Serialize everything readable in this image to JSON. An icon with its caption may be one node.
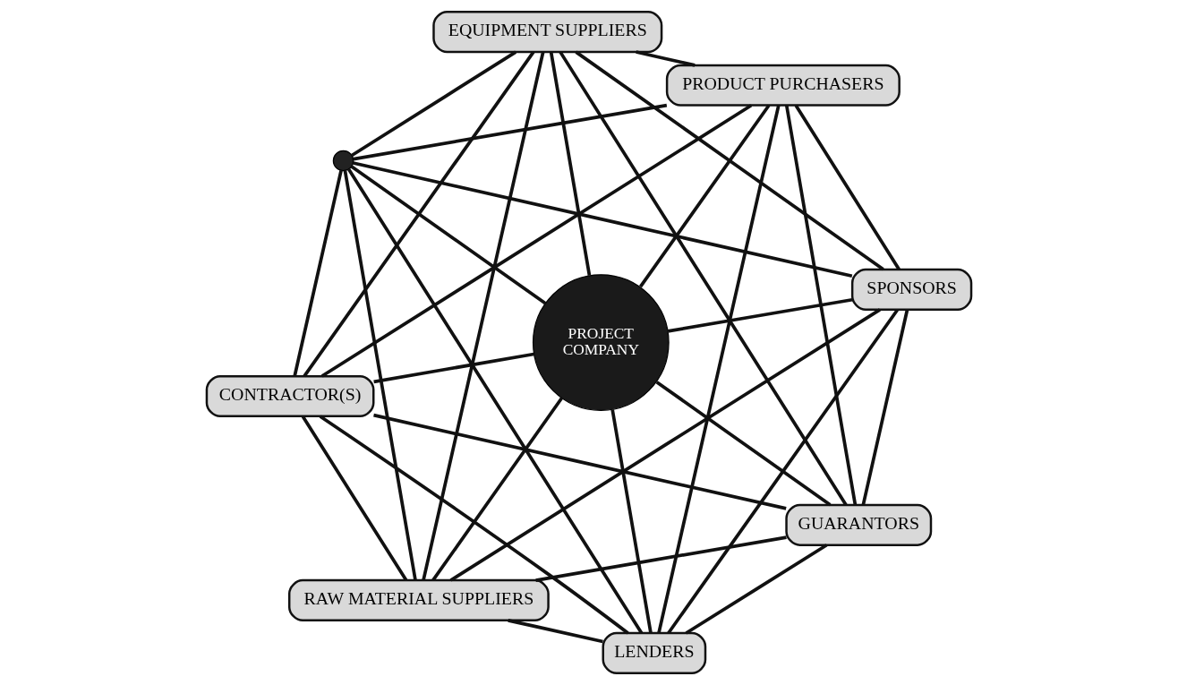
{
  "diagram": {
    "nodes": [
      {
        "text": [],
        "shape": "circle"
      },
      {
        "text": [
          "EQUIPMENT SUPPLIERS"
        ]
      },
      {
        "text": [
          "CONTRACTOR(S)"
        ]
      },
      {
        "text": [
          "PROJECT COMPANY"
        ]
      },
      {
        "text": [
          "PRODUCT PURCHASERS"
        ]
      },
      {
        "text": [
          "RAW MATERIAL SUPPLIERS"
        ]
      },
      {
        "text": [
          "SPONSORS"
        ]
      },
      {
        "text": [
          "LENDERS"
        ]
      },
      {
        "text": [
          "GUARANTORS"
        ]
      }
    ],
    "edges": [
      {
        "from": 0,
        "to": 2,
        "arrow": "none"
      },
      {
        "from": 2,
        "to": 5,
        "arrow": "none"
      },
      {
        "from": 5,
        "to": 7,
        "arrow": "none"
      },
      {
        "from": 7,
        "to": 8,
        "arrow": "none"
      },
      {
        "from": 8,
        "to": 6,
        "arrow": "none"
      },
      {
        "from": 6,
        "to": 4,
        "arrow": "none"
      },
      {
        "from": 4,
        "to": 1,
        "arrow": "none"
      },
      {
        "from": 1,
        "to": 0,
        "arrow": "none"
      },
      {
        "from": 0,
        "to": 5,
        "arrow": "none"
      },
      {
        "from": 2,
        "to": 7,
        "arrow": "none"
      },
      {
        "from": 5,
        "to": 8,
        "arrow": "none"
      },
      {
        "from": 7,
        "to": 6,
        "arrow": "none"
      },
      {
        "from": 8,
        "to": 4,
        "arrow": "none"
      },
      {
        "from": 6,
        "to": 1,
        "arrow": "none"
      },
      {
        "from": 4,
        "to": 0,
        "arrow": "none"
      },
      {
        "from": 1,
        "to": 2,
        "arrow": "none"
      },
      {
        "from": 0,
        "to": 7,
        "arrow": "none"
      },
      {
        "from": 2,
        "to": 8,
        "arrow": "none"
      },
      {
        "from": 5,
        "to": 6,
        "arrow": "none"
      },
      {
        "from": 7,
        "to": 4,
        "arrow": "none"
      },
      {
        "from": 8,
        "to": 1,
        "arrow": "none"
      },
      {
        "from": 6,
        "to": 0,
        "arrow": "none"
      },
      {
        "from": 4,
        "to": 2,
        "arrow": "none"
      },
      {
        "from": 1,
        "to": 5,
        "arrow": "none"
      },
      {
        "from": 0,
        "to": 3,
        "arrow": "none"
      },
      {
        "from": 2,
        "to": 3,
        "arrow": "none"
      },
      {
        "from": 5,
        "to": 3,
        "arrow": "none"
      },
      {
        "from": 7,
        "to": 3,
        "arrow": "none"
      },
      {
        "from": 8,
        "to": 3,
        "arrow": "none"
      },
      {
        "from": 6,
        "to": 3,
        "arrow": "none"
      },
      {
        "from": 4,
        "to": 3,
        "arrow": "none"
      },
      {
        "from": 1,
        "to": 3,
        "arrow": "none"
      }
    ]
  }
}
